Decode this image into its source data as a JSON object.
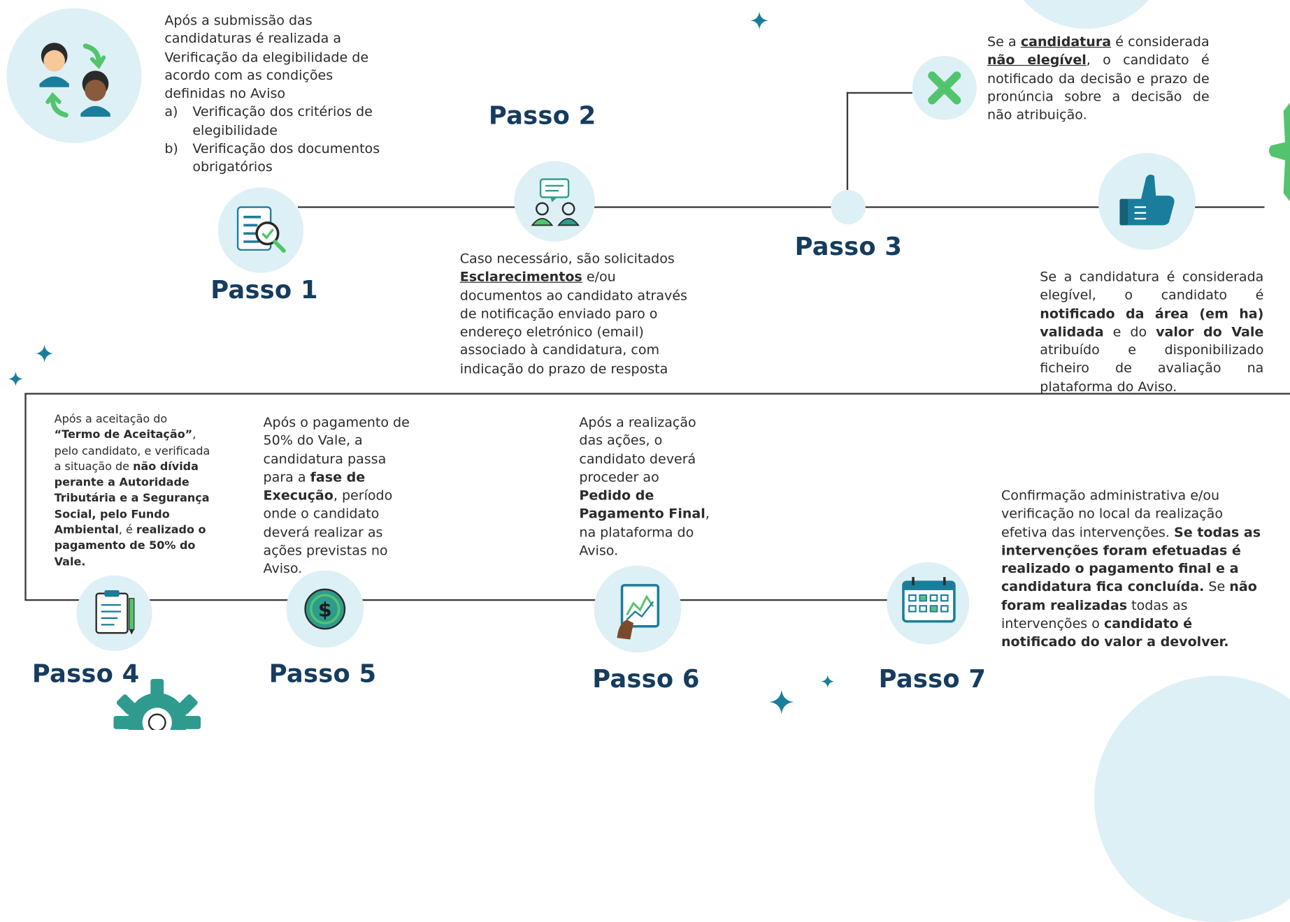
{
  "step1": {
    "title": "Passo 1",
    "intro": "Após a submissão das candidaturas é realizada a Verificação da elegibilidade de acordo com as condições definidas no Aviso",
    "items": [
      {
        "marker": "a)",
        "text": "Verificação dos critérios de elegibilidade"
      },
      {
        "marker": "b)",
        "text": "Verificação dos documentos obrigatórios"
      }
    ]
  },
  "step2": {
    "title": "Passo 2",
    "text_before": "Caso necessário, são solicitados",
    "bold": "Esclarecimentos",
    "text_after": "e/ou documentos ao candidato através de notificação enviado paro o endereço eletrónico (email) associado à candidatura, com indicação do prazo de resposta"
  },
  "step3": {
    "title": "Passo 3",
    "not_eligible": {
      "p1": "Se a",
      "b1": "candidatura",
      "p2": "é considerada",
      "b2": "não elegível",
      "p3": ", o candidato é notificado da decisão e prazo de pronúncia sobre a decisão de não atribuição."
    },
    "eligible": {
      "p1": "Se a candidatura é considerada elegível, o candidato é",
      "b1": "notificado da área (em ha) validada",
      "p2": "e do",
      "b2": "valor do Vale",
      "p3": "atribuído e disponibilizado ficheiro de avaliação na plataforma do Aviso."
    }
  },
  "step4": {
    "title": "Passo 4",
    "p1": "Após a aceitação do",
    "b1": "“Termo de Aceitação”",
    "p2": ", pelo candidato, e verificada a situação de",
    "b2": "não dívida perante a Autoridade Tributária e a Segurança Social, pelo Fundo Ambiental",
    "p3": ", é",
    "b3": "realizado o pagamento de 50% do Vale."
  },
  "step5": {
    "title": "Passo 5",
    "p1": "Após o pagamento de 50% do Vale, a candidatura passa para a",
    "b1": "fase de Execução",
    "p2": ", período onde o candidato deverá realizar as ações previstas no Aviso."
  },
  "step6": {
    "title": "Passo 6",
    "p1": "Após a realização das ações, o candidato deverá proceder ao",
    "b1": "Pedido de Pagamento Final",
    "p2": ", na plataforma do Aviso."
  },
  "step7": {
    "title": "Passo 7",
    "p1": "Confirmação administrativa e/ou verificação no local da realização efetiva das intervenções.",
    "b1": "Se todas as intervenções foram efetuadas é realizado o pagamento final e a candidatura fica concluída.",
    "p2": "Se",
    "b2": "não foram realizadas",
    "p3": "todas as intervenções o",
    "b3": "candidato é notificado do valor a devolver."
  },
  "icons": {
    "people_exchange": "people-exchange-icon",
    "document_search": "document-search-icon",
    "chat_people": "chat-people-icon",
    "reject_x": "x-mark-icon",
    "thumbs_up": "thumbs-up-icon",
    "clipboard": "clipboard-icon",
    "coin_dollar": "dollar-coin-icon",
    "chart_tablet": "chart-tablet-icon",
    "calendar": "calendar-icon",
    "gear": "gear-icon",
    "sparkle": "sparkle-icon"
  },
  "colors": {
    "circle_bg": "#ddf0f5",
    "title": "#163c5e",
    "teal": "#2e9b8e",
    "blue": "#1b7d9c",
    "green": "#52c46d",
    "line": "#3c3c3c"
  }
}
